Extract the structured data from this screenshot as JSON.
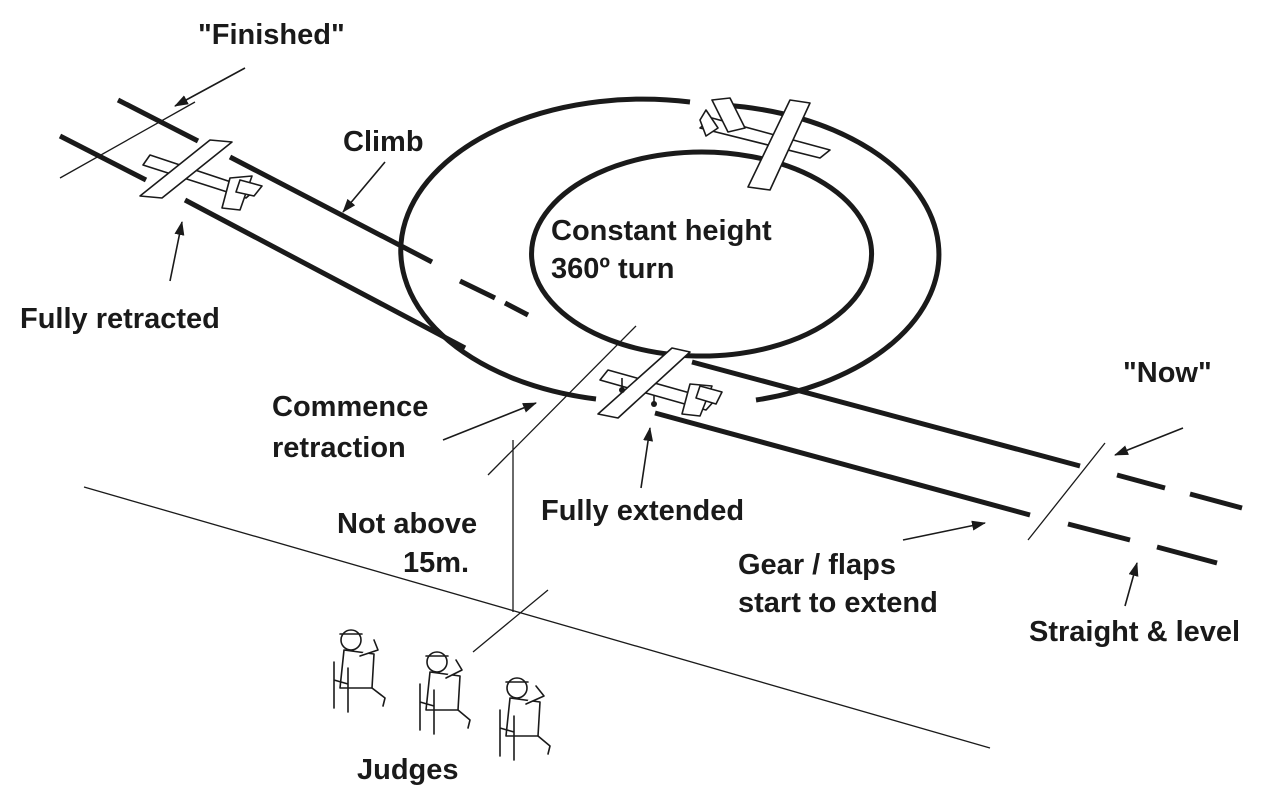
{
  "labels": {
    "finished": "\"Finished\"",
    "climb": "Climb",
    "fully_retracted": "Fully retracted",
    "constant_height_line1": "Constant height",
    "constant_height_line2": "360º  turn",
    "now": "\"Now\"",
    "commence_line1": "Commence",
    "commence_line2": "retraction",
    "fully_extended": "Fully extended",
    "not_above_line1": "Not above",
    "not_above_line2": "15m.",
    "gear_line1": "Gear / flaps",
    "gear_line2": "start to extend",
    "straight_level": "Straight & level",
    "judges": "Judges"
  },
  "colors": {
    "ink": "#1a1a1a",
    "background": "#ffffff"
  }
}
